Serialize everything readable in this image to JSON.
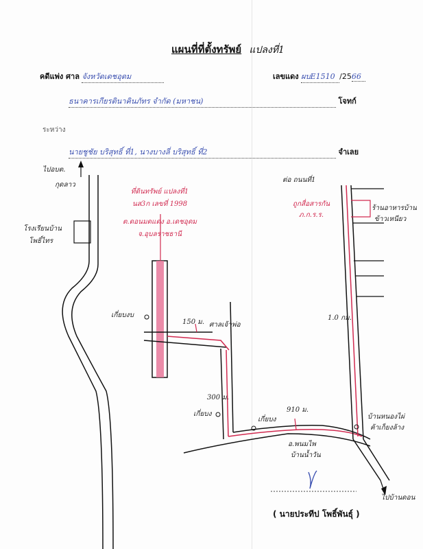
{
  "header": {
    "title": "แผนที่ที่ตั้งทรัพย์",
    "title_handwritten": "แปลงที่1"
  },
  "case": {
    "label": "คดีแพ่ง ศาล",
    "court": "จังหวัดเดชอุดม",
    "red_no_label": "เลขแดง",
    "red_no_value": "ผบE1510",
    "year_prefix": "/25",
    "year_value": "66"
  },
  "parties": {
    "plaintiff_value": "ธนาคารเกียรตินาคินภัทร จำกัด (มหาชน)",
    "plaintiff_label": "โจทก์",
    "between_label": "ระหว่าง",
    "defendant_value": "นายชูชัย บริสุทธิ์ ที่1, นางบางลี่ บริสุทธิ์ ที่2",
    "defendant_label": "จำเลย"
  },
  "map_labels": {
    "to_top_left": "ไปอบต.",
    "to_top_left_2": "กุดลาว",
    "school": "โรงเรียนบ้าน",
    "school_2": "โพธิ์ไทร",
    "top_right": "ต่อ ถนนที่1",
    "shop": "ร้านอาหารบ้าน",
    "shop_2": "ข้าวเหนียว",
    "village_post": "ศาลเจ้าพ่อ",
    "road_name_left": "เกี่ยบงบ",
    "road_name_mid": "เกี่ยบง",
    "road_name_low": "เกี่ยบง",
    "bottom_road": "อ.พนมไพ",
    "bottom_road_2": "บ้านน้ำวัน",
    "right_bottom": "บ้านหนองไผ่",
    "right_bottom_2": "ค้าเก็ยงล้าง",
    "bottom_arrow": "ไปบ้านดอน",
    "dist_right": "1.0 กม.",
    "dist_mid": "300 ม.",
    "dist_top": "150 ม.",
    "dist_bottom": "910 ม."
  },
  "property_note": {
    "line1": "ที่ดินทรัพย์ แปลงที่1",
    "line2": "นส3ก เลขที่ 1998",
    "line3": "ต.ดอนมดแดง อ.เดชอุดม",
    "line4": "จ.อุบลราชธานี"
  },
  "red_notes": {
    "line1": "ถูกสื่อสารกัน",
    "line2": "ภ.ก.ร.ร."
  },
  "signature": {
    "name": "( นายประทีป  โพธิ์พันธุ์ )"
  },
  "colors": {
    "accent": "#d1294f",
    "ink_blue": "#3a4fb0",
    "parcel_fill": "#e8789a"
  }
}
